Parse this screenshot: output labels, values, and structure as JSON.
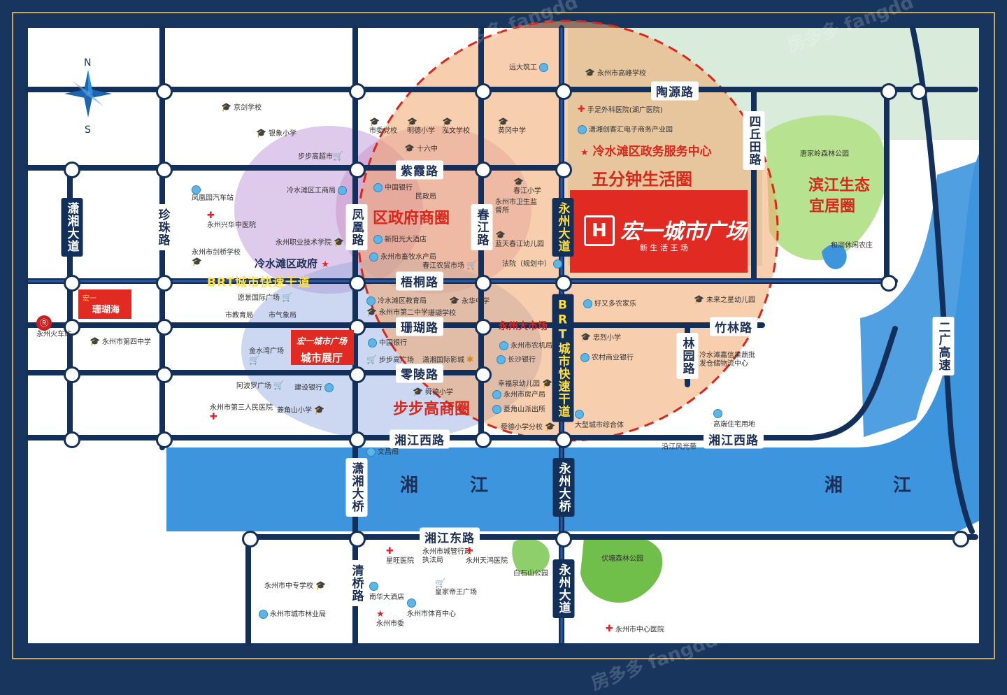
{
  "compass": {
    "north": "N",
    "south": "S"
  },
  "project": {
    "logo_text": "宏一城市广场",
    "slogan": "新 生 活 王 场",
    "showroom_logo": "宏一城市广场",
    "showroom_label": "城市展厅",
    "small_sign_brand": "珊瑚海",
    "small_sign_sub": "宏一"
  },
  "zones": {
    "five_min": "五分钟生活圈",
    "gov_center": "冷水滩区政务服务中心",
    "gov_circle": "区政府商圈",
    "bubugao_circle": "步步高商圈",
    "river_ecology_1": "滨江生态",
    "river_ecology_2": "宜居圈",
    "district_gov": "冷水滩区政府",
    "yongzhou_market": "永州大市场"
  },
  "rivers": {
    "left_1": "湘",
    "left_2": "江",
    "right_1": "湘",
    "right_2": "江"
  },
  "roads": {
    "taoyuan": "陶源路",
    "zixia": "紫霞路",
    "brt_h": "BRT城市快速干道",
    "wutong": "梧桐路",
    "shanhu": "珊瑚路",
    "zhulin": "竹林路",
    "lingling": "零陵路",
    "xiangjiang_w1": "湘江西路",
    "xiangjiang_w2": "湘江西路",
    "xiangjiang_e": "湘江东路",
    "xiaoxiang_dadao": "潇湘大道",
    "zhenzhu": "珍珠路",
    "fenghuang": "凤凰路",
    "chunjiang": "春江路",
    "yongzhou_dadao_n": "永州大道",
    "brt_v": "BRT城市快速干道",
    "yongzhou_daqiao": "永州大桥",
    "yongzhou_dadao_s": "永州大道",
    "xiaoxiang_daqiao": "潇湘大桥",
    "qingqiao": "清桥路",
    "siqiutian": "四丘田路",
    "linyuan": "林园路",
    "erguang": "二广高速"
  },
  "pois": {
    "jingjian": "京剑学校",
    "yinxiang": "银象小学",
    "bubugao_market": "步步高超市",
    "fenghuangyuan_bus": "凤凰园汽车站",
    "lsh_business": "冷水滩区工商局",
    "yz_xingzhong": "永州兴华中医院",
    "yz_tech": "永州职业技术学院",
    "yz_jianqiao": "永州市剑桥学校",
    "yuanjing": "愿景国际广场",
    "education_bureau": "市教育局",
    "meteorology": "市气象局",
    "yz_railway": "永州火车站",
    "yz_4th_middle": "永州市第四中学",
    "jinshuiwan": "金水湾广场",
    "abomei": "阿波罗广场",
    "ccb": "建设银行",
    "lingjiaoshan": "菱角山小学",
    "yz_3rd_hospital": "永州市第三人民医院",
    "shiwei_school": "市委党校",
    "mingde": "明德小学",
    "hongwen": "泓文学校",
    "huanggang": "黄冈中学",
    "no16": "十六中",
    "boc_1": "中国银行",
    "civil_bureau": "民政局",
    "xinyang_hotel": "新阳光大酒店",
    "yz_livestock": "永州市畜牧水产局",
    "chunjiang_market": "春江农贸市场",
    "lsh_education": "冷水滩区教育局",
    "yonghua_middle": "永华中学",
    "yz_2nd_middle": "永州市第二中学",
    "shanhu_school": "珊瑚学校",
    "boc_2": "中国银行",
    "bubugao_plaza": "步步高广场",
    "xiaoxiang_cinema": "潇湘国际影城",
    "shunde": "舜德小学",
    "chunjiang_primary": "春江小学",
    "yz_health": "永州市卫生监督所",
    "lantian_kinder": "蓝天春江幼儿园",
    "court": "法院（规划中）",
    "yz_farm_machine": "永州市农机局",
    "changsha_bank": "长沙银行",
    "xingfuquan_kinder": "幸福泉幼儿园",
    "yz_housing": "永州市房产局",
    "lingjiao_police": "菱角山派出所",
    "shunde_branch": "舜德小学分校",
    "yuanda_steel": "远大筑工",
    "yz_gaofeng": "永州市高峰学校",
    "shouzu_hospital": "手足外科医院(湖广医院)",
    "xiaoxiang_ecom": "潇湘创客汇电子商务产业园",
    "haoyouduo": "好又多农家乐",
    "weilaizhixing": "未来之星幼儿园",
    "zhonglie": "忠烈小学",
    "rural_bank": "农村商业银行",
    "lsh_logistics": "冷水滩嘉信果蔬批发仓储物流中心",
    "big_complex": "大型城市综合体",
    "gaoduan_house": "高端住宅用地",
    "riverside_view": "沿江风光带",
    "tangjialing": "唐家岭森林公园",
    "herun_farm": "和润休闲农庄",
    "wenchang": "文昌阁",
    "xingwang_hospital": "星旺医院",
    "yz_urban_mgmt": "永州市城管行政执法局",
    "yz_tianhong_hospital": "永州天鸿医院",
    "baishishan_park": "白石山公园",
    "fuguo_park": "伏塘森林公园",
    "yz_middle_college": "永州市中专学校",
    "nanhua_hotel": "南华大酒店",
    "huangjia_plaza": "皇家帝王广场",
    "yz_forestry": "永州市城市林业局",
    "yz_sports": "永州市体育中心",
    "yz_party": "永州市委",
    "yz_central_hospital": "永州市中心医院"
  },
  "watermark": "房多多 fangdd",
  "colors": {
    "frame": "#18355e",
    "land": "#ffffff",
    "road": "#13305b",
    "river": "#3d95dd",
    "green": "#8ecf6b",
    "accent_red": "#d9271b",
    "circle_orange": "#f2a86b",
    "circle_purple": "#b58ad1",
    "circle_blue": "#8fa6df"
  }
}
